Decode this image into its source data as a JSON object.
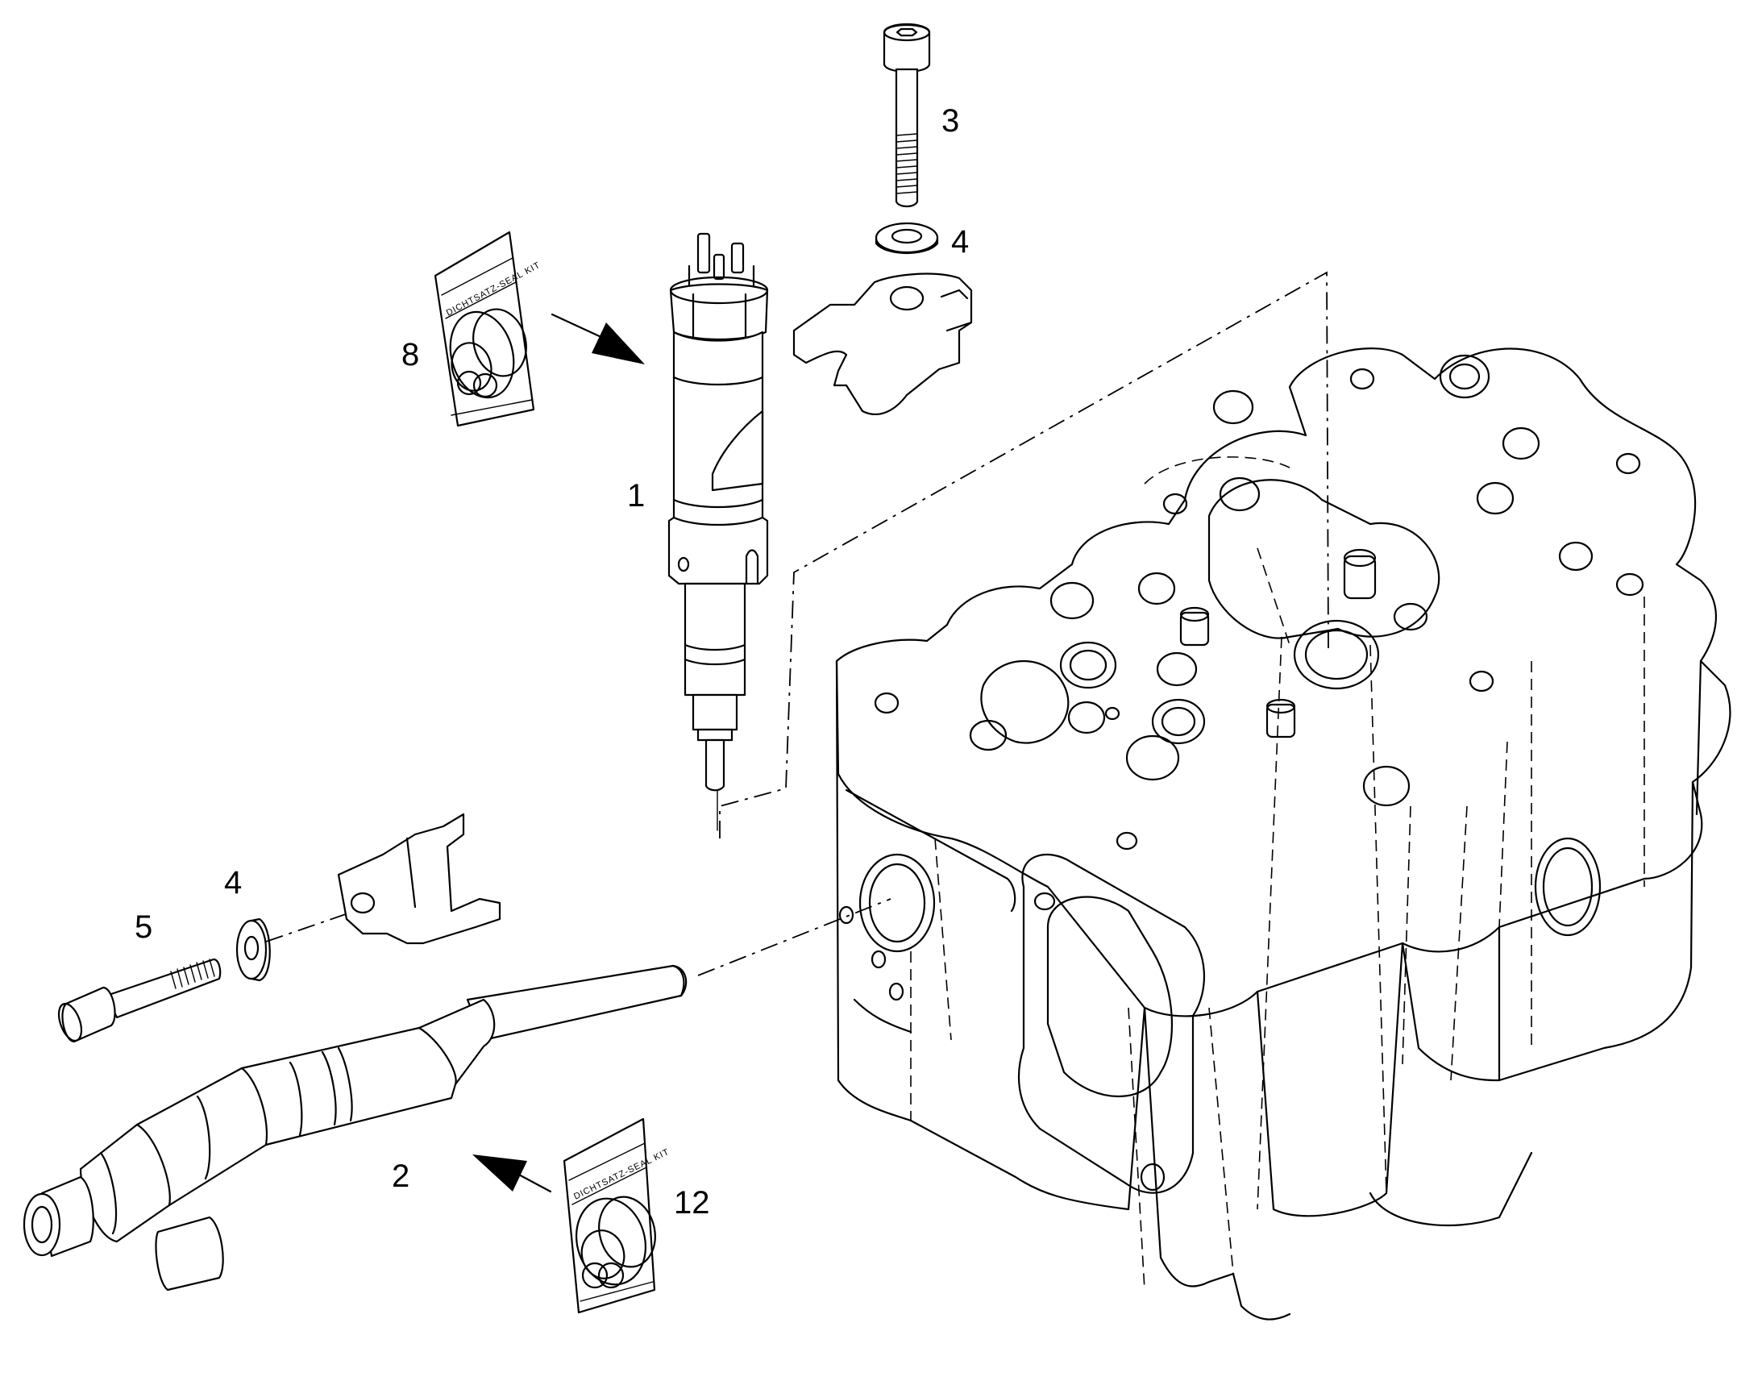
{
  "callouts": {
    "c1": "1",
    "c2": "2",
    "c3": "3",
    "c4_top": "4",
    "c4_bottom": "4",
    "c5": "5",
    "c8": "8",
    "c12": "12"
  },
  "seal_kit": {
    "top_label": "DICHTSATZ-SEAL KIT",
    "bottom_label": "DICHTSATZ-SEAL KIT"
  },
  "colors": {
    "line": "#000000",
    "background": "#ffffff"
  }
}
